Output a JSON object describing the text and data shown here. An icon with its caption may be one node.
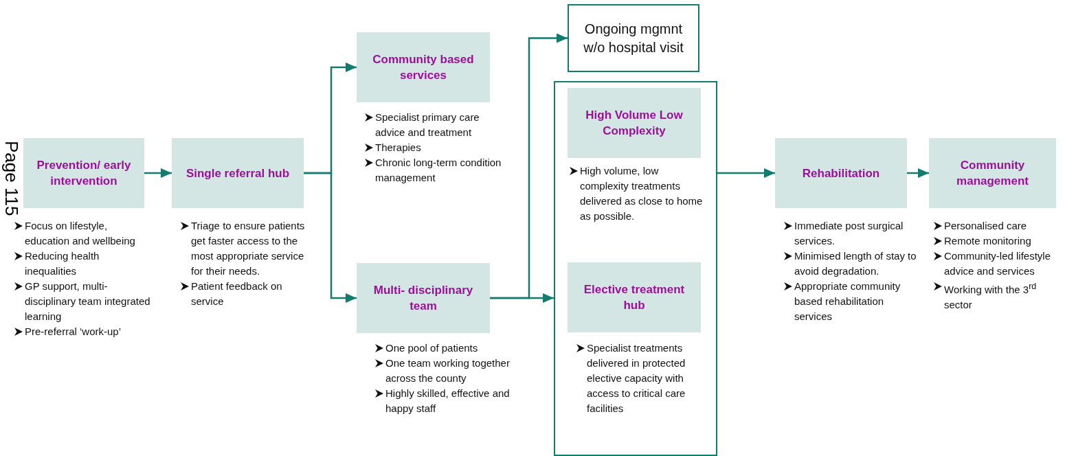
{
  "diagram": {
    "nodes": [
      {
        "text": [
          "Prevention/ early intervention"
        ],
        "beside": [
          "Focus on lifestyle, education and wellbeing",
          "Reducing health inequalities",
          "GP support, multi-disciplinary team integrated learning",
          "Pre-referral ‘work-up’"
        ]
      },
      {
        "text": [
          "Single referral hub"
        ],
        "beside": [
          "Triage to ensure patients get faster access to the most appropriate service for their needs.",
          "Patient feedback on service"
        ]
      },
      {
        "text": [
          "Community based services"
        ],
        "beside": [
          "Specialist primary care advice and treatment",
          "Therapies",
          "Chronic long-term condition management"
        ]
      },
      {
        "text": [
          "Multi- disciplinary team"
        ],
        "beside": [
          "One pool of patients",
          "One team working together across the county",
          "Highly skilled, effective and happy staff"
        ]
      },
      {
        "text": [
          "Ongoing mgmnt w/o hospital visit"
        ]
      },
      {
        "text": [],
        "shape": "box"
      },
      {
        "text": [
          "High Volume Low Complexity"
        ],
        "in": 5,
        "beside": [
          "High volume, low complexity treatments delivered as close to home as possible."
        ]
      },
      {
        "text": [
          "Elective treatment hub"
        ],
        "in": 5,
        "beside": [
          "Specialist treatments delivered in protected elective capacity with access to critical care facilities"
        ]
      },
      {
        "text": [
          "Rehabilitation"
        ],
        "beside": [
          "Immediate post surgical services.",
          "Minimised length of stay to avoid degradation.",
          "Appropriate community based rehabilitation services"
        ]
      },
      {
        "text": [
          "Community management"
        ],
        "beside": [
          "Personalised care",
          "Remote monitoring",
          "Community-led lifestyle advice and services",
          "Working with the 3$^{rd}$ sector"
        ]
      }
    ],
    "edges": [
      {
        "from": 0,
        "to": 1,
        "arrow": "to"
      },
      {
        "from": 1,
        "to": 2,
        "arrow": "to"
      },
      {
        "from": 1,
        "to": 3,
        "arrow": "to"
      },
      {
        "from": 3,
        "to": 4,
        "arrow": "to"
      },
      {
        "from": 3,
        "to": 5,
        "arrow": "to"
      },
      {
        "from": 5,
        "to": 8,
        "arrow": "to"
      },
      {
        "from": 8,
        "to": 9,
        "arrow": "to"
      }
    ],
    "labels": [
      "Page 115"
    ]
  }
}
